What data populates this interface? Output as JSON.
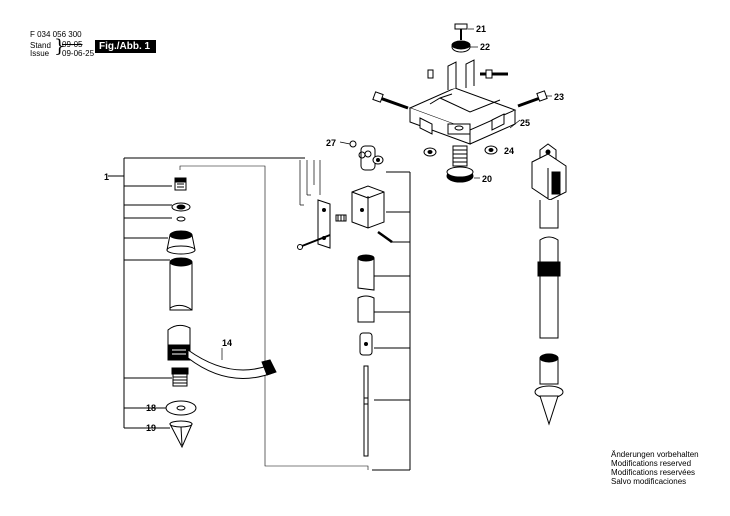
{
  "header": {
    "part_code": "F 034 056 300",
    "stand_label": "Stand",
    "stand_value": "09-05",
    "issue_label": "Issue",
    "issue_value": "09-06-25",
    "figure_label": "Fig./Abb. 1"
  },
  "callouts": {
    "c1": "1",
    "c14": "14",
    "c18": "18",
    "c19": "19",
    "c20": "20",
    "c21": "21",
    "c22": "22",
    "c23": "23",
    "c24": "24",
    "c25": "25",
    "c27": "27"
  },
  "notes": [
    "Änderungen vorbehalten",
    "Modifications reserved",
    "Modifications reservées",
    "Salvo modificaciones"
  ]
}
